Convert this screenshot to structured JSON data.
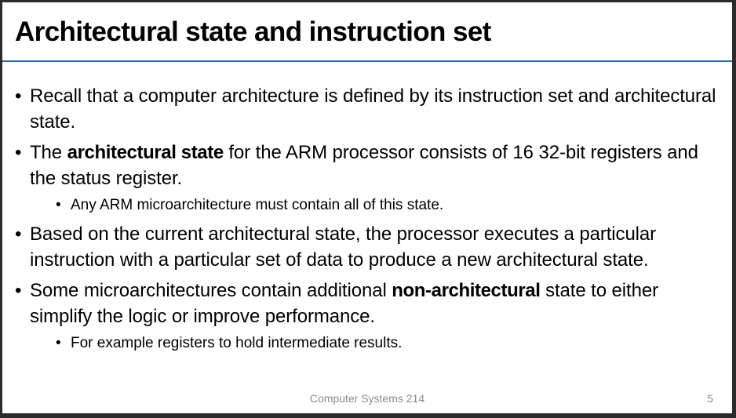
{
  "slide": {
    "title": "Architectural state and instruction set",
    "bullet_glyph": "•",
    "bullets": [
      {
        "text": "Recall that a computer architecture is defined by its instruction set and architectural state."
      },
      {
        "pre": "The ",
        "bold": "architectural state",
        "post": " for the ARM processor consists of 16 32-bit registers and the status register.",
        "sub": "Any ARM microarchitecture must contain all of this state."
      },
      {
        "text": "Based on the current architectural state, the processor executes a particular instruction with a particular set of data to produce a new architectural state."
      },
      {
        "pre": "Some microarchitectures contain additional ",
        "bold": "non-architectural",
        "post": " state to either simplify the logic or improve performance.",
        "sub": "For example registers to hold intermediate results."
      }
    ],
    "footer": "Computer Systems 214",
    "page_number": "5",
    "colors": {
      "title_rule": "#2f6aa8",
      "footer_text": "#8a8a8a",
      "frame": "#2b2b2b"
    }
  }
}
